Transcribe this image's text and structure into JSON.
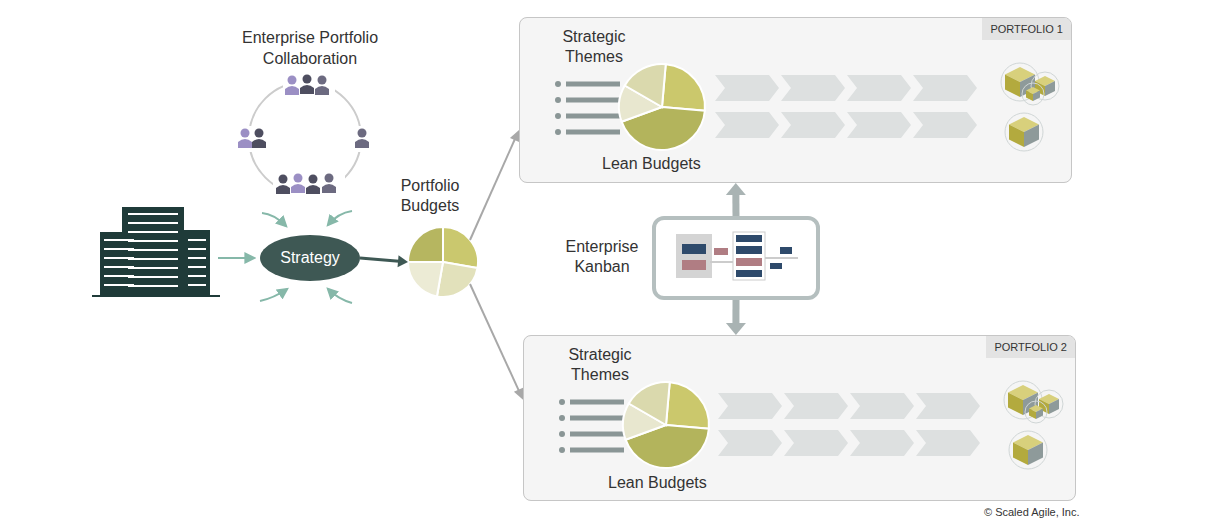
{
  "diagram": {
    "nodes": [
      {
        "text": [
          "Strategy"
        ]
      },
      {
        "text": [
          "Portfolio Budgets"
        ]
      },
      {
        "text": [
          "PORTFOLIO 1",
          "Strategic Themes",
          "Lean Budgets"
        ]
      },
      {
        "text": [
          "Enterprise Kanban"
        ]
      },
      {
        "text": [
          "PORTFOLIO 2",
          "Strategic Themes",
          "Lean Budgets"
        ]
      }
    ],
    "edges": [
      {
        "from": 0,
        "to": 1,
        "arrow": "to"
      },
      {
        "from": 1,
        "to": 2,
        "arrow": "to"
      },
      {
        "from": 1,
        "to": 4,
        "arrow": "to"
      },
      {
        "from": 3,
        "to": 2,
        "arrow": "to"
      },
      {
        "from": 3,
        "to": 4,
        "arrow": "to"
      }
    ],
    "labels": [
      "Enterprise Portfolio Collaboration",
      "© Scaled Agile, Inc."
    ]
  }
}
